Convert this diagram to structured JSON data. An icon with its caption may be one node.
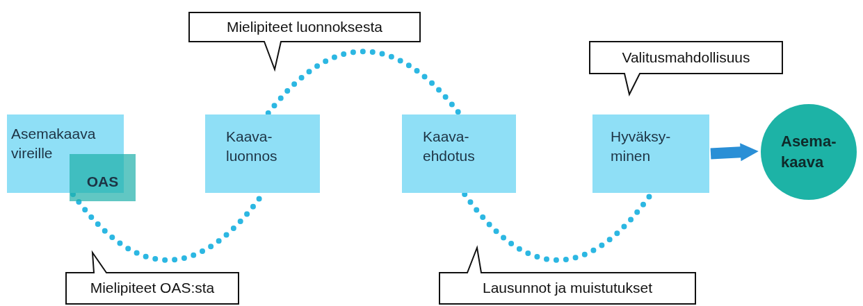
{
  "diagram": {
    "nodes": [
      {
        "text": [
          "Asemakaava vireille"
        ]
      },
      {
        "text": [
          "OAS"
        ]
      },
      {
        "text": [
          "Kaava-luonnos"
        ]
      },
      {
        "text": [
          "Kaava-ehdotus"
        ]
      },
      {
        "text": [
          "Hyväksy-minen"
        ]
      },
      {
        "text": [
          "Asema-kaava"
        ]
      },
      {
        "text": [
          "Mielipiteet luonnoksesta"
        ]
      },
      {
        "text": [
          "Valitusmahdollisuus"
        ]
      },
      {
        "text": [
          "Mielipiteet OAS:sta"
        ]
      },
      {
        "text": [
          "Lausunnot ja muistutukset"
        ]
      }
    ],
    "edges": [
      {
        "from": 0,
        "to": 2,
        "arrow": "none",
        "style": "dashed"
      },
      {
        "from": 2,
        "to": 3,
        "arrow": "none",
        "style": "dashed"
      },
      {
        "from": 3,
        "to": 4,
        "arrow": "none",
        "style": "dashed"
      },
      {
        "from": 4,
        "to": 5,
        "arrow": "to",
        "style": "thick",
        "color": "#2a8fd6"
      }
    ]
  }
}
